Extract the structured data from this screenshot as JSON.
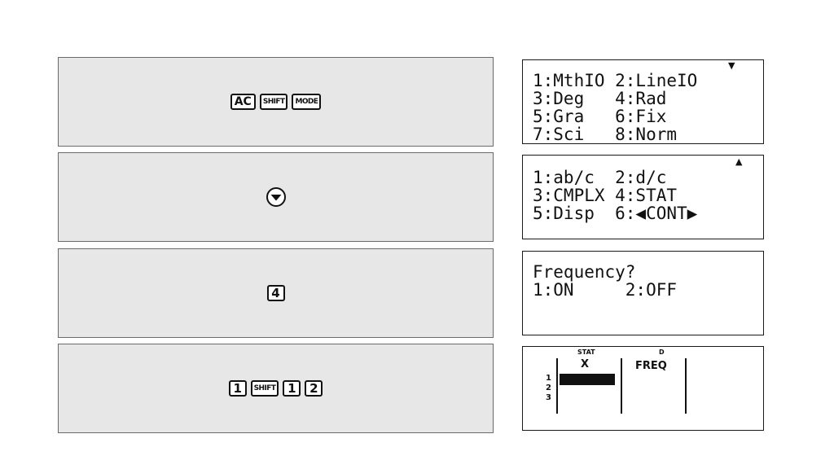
{
  "steps": [
    {
      "keys": [
        "AC",
        "SHIFT",
        "MODE"
      ]
    },
    {
      "keys": [
        "down-arrow"
      ]
    },
    {
      "keys": [
        "4"
      ]
    },
    {
      "keys": [
        "1",
        "SHIFT",
        "1",
        "2"
      ]
    }
  ],
  "screens": {
    "setup1": {
      "lines": [
        "1:MthIO 2:LineIO",
        "3:Deg   4:Rad",
        "5:Gra   6:Fix",
        "7:Sci   8:Norm"
      ],
      "arrow": "▼"
    },
    "setup2": {
      "lines": [
        "1:ab/c  2:d/c",
        "3:CMPLX 4:STAT",
        "5:Disp  6:◀CONT▶"
      ],
      "arrow": "▲"
    },
    "frequency": {
      "lines": [
        "Frequency?",
        "1:ON     2:OFF"
      ]
    },
    "stat": {
      "indicator": "STAT",
      "col_x": "X",
      "col_freq": "FREQ",
      "row_nums": [
        "1",
        "2",
        "3"
      ],
      "icon": "D"
    }
  }
}
